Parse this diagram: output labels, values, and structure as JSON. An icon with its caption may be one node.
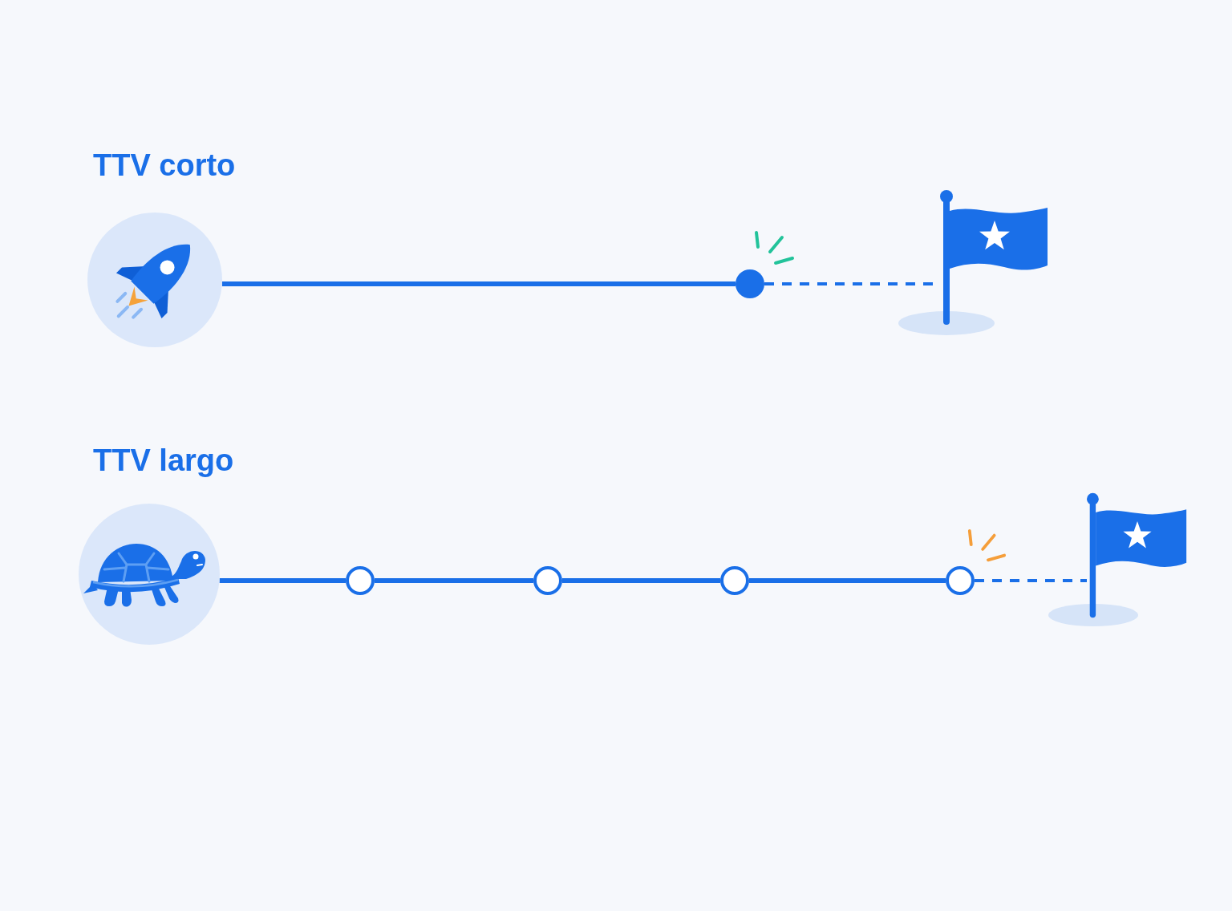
{
  "diagram": {
    "nodes": [
      {
        "text": [],
        "shape": "picture"
      },
      {
        "text": [],
        "shape": "circle"
      },
      {
        "text": [],
        "shape": "picture"
      },
      {
        "text": [],
        "shape": "picture"
      },
      {
        "text": [],
        "shape": "circle"
      },
      {
        "text": [],
        "shape": "circle"
      },
      {
        "text": [],
        "shape": "circle"
      },
      {
        "text": [],
        "shape": "circle"
      },
      {
        "text": [],
        "shape": "picture"
      }
    ],
    "edges": [
      {
        "from": 0,
        "to": 1,
        "arrow": "none"
      },
      {
        "from": 1,
        "to": 2,
        "arrow": "none",
        "style": "dashed"
      },
      {
        "from": 3,
        "to": 4,
        "arrow": "none"
      },
      {
        "from": 4,
        "to": 5,
        "arrow": "none"
      },
      {
        "from": 5,
        "to": 6,
        "arrow": "none"
      },
      {
        "from": 6,
        "to": 7,
        "arrow": "none"
      },
      {
        "from": 7,
        "to": 8,
        "arrow": "none",
        "style": "dashed"
      }
    ],
    "labels": [
      "TTV corto",
      "TTV largo"
    ]
  }
}
